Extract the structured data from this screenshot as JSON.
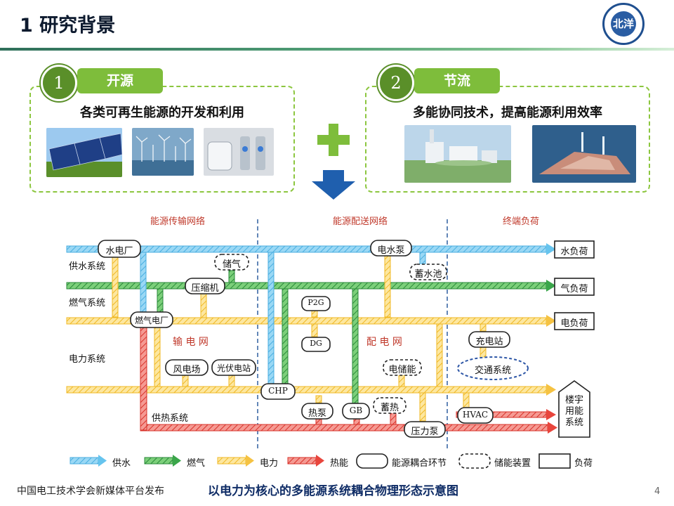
{
  "header": {
    "title": "1 研究背景"
  },
  "logo": {
    "text": "北洋"
  },
  "panels": [
    {
      "number": "1",
      "tag": "开源",
      "subtitle": "各类可再生能源的开发和利用"
    },
    {
      "number": "2",
      "tag": "节流",
      "subtitle": "多能协同技术，提高能源利用效率"
    }
  ],
  "diagram": {
    "sections": [
      "能源传输网络",
      "能源配送网络",
      "终端负荷"
    ],
    "systems": {
      "water": "供水系统",
      "gas": "燃气系统",
      "power": "电力系统",
      "heat": "供热系统"
    },
    "nets": {
      "transmission": "输 电 网",
      "distribution": "配 电 网"
    },
    "nodes": {
      "hydro": "水电厂",
      "storage_gas": "储气",
      "compressor": "压缩机",
      "gas_plant": "燃气电厂",
      "wind": "风电场",
      "pv": "光伏电站",
      "p2g": "P2G",
      "dg": "DG",
      "chp": "CHP",
      "heat_pump": "热泵",
      "gb": "GB",
      "heat_storage": "蓄热",
      "pump": "电水泵",
      "reservoir": "蓄水池",
      "elec_storage": "电储能",
      "press_pump": "压力泵",
      "charging": "充电站",
      "traffic": "交通系统",
      "hvac": "HVAC",
      "building": "楼宇\n用能\n系统"
    },
    "loads": {
      "water": "水负荷",
      "gas": "气负荷",
      "power": "电负荷"
    },
    "legend": [
      "供水",
      "燃气",
      "电力",
      "热能",
      "能源耦合环节",
      "储能装置",
      "负荷"
    ],
    "colors": {
      "water": "#66c4ee",
      "gas": "#3aa64a",
      "power": "#f5c242",
      "heat": "#e8453c",
      "accent": "#7ebd3b",
      "divider": "#2f5f9f"
    }
  },
  "caption": "以电力为核心的多能源系统耦合物理形态示意图",
  "footer": "中国电工技术学会新媒体平台发布",
  "page_number": "4"
}
